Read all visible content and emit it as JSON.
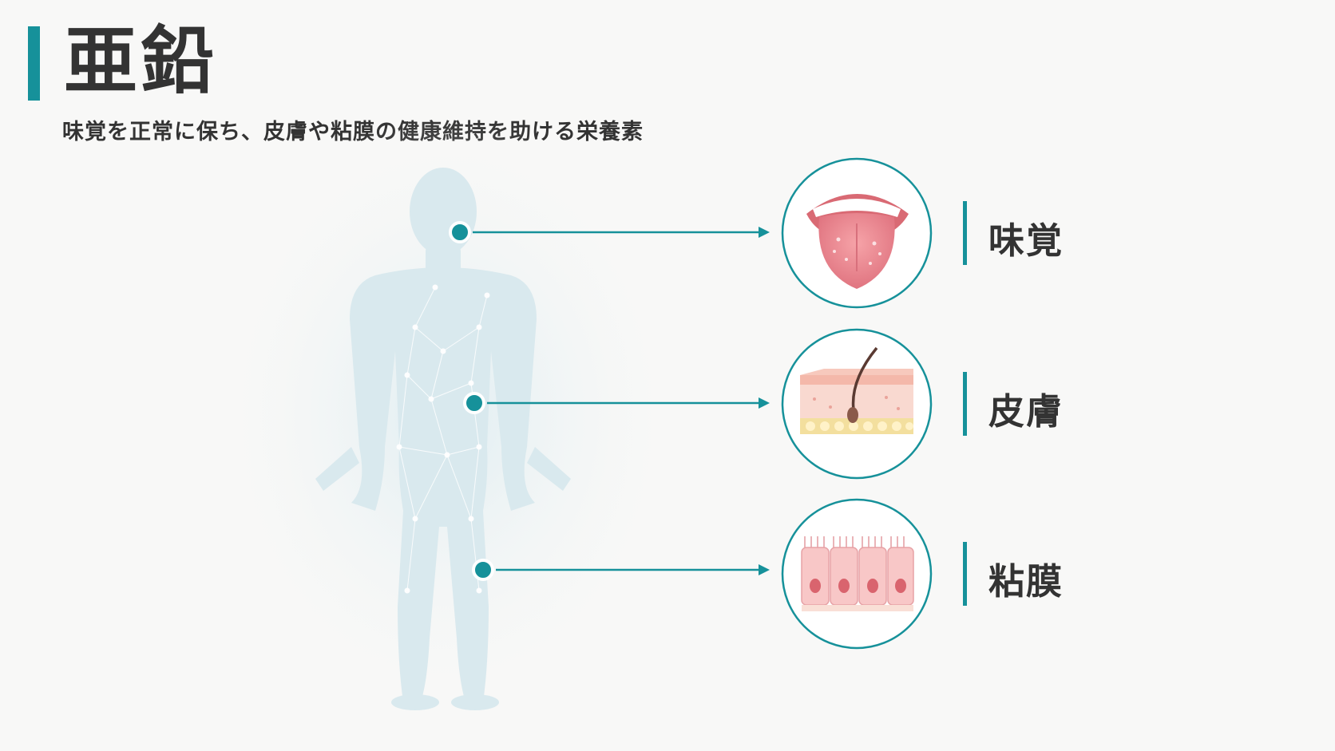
{
  "header": {
    "title": "亜鉛",
    "subtitle": "味覚を正常に保ち、皮膚や粘膜の健康維持を助ける栄養素"
  },
  "colors": {
    "accent": "#16919a",
    "body_figure": "#d9e9ee",
    "text": "#333333"
  },
  "targets": [
    {
      "label": "味覚",
      "icon": "tongue-icon"
    },
    {
      "label": "皮膚",
      "icon": "skin-layers-icon"
    },
    {
      "label": "粘膜",
      "icon": "mucosa-cells-icon"
    }
  ]
}
